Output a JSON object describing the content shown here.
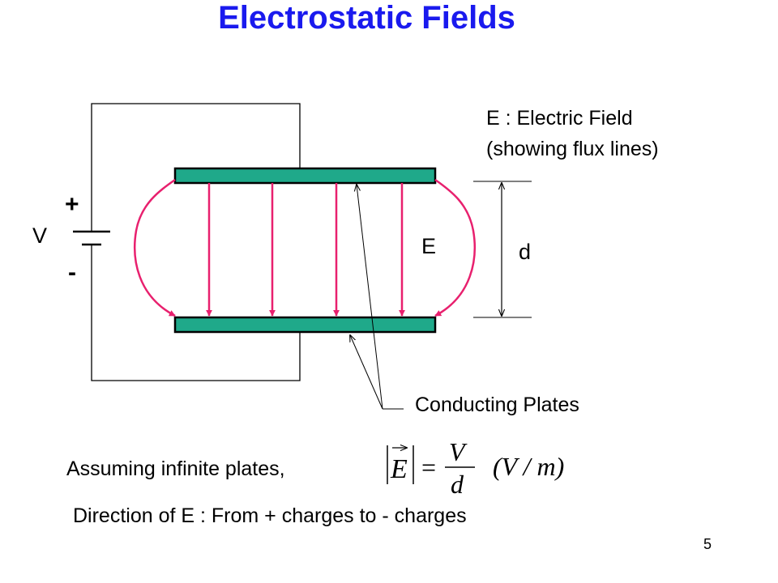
{
  "title": "Electrostatic Fields",
  "legend": {
    "line1": "E : Electric Field",
    "line2": "(showing flux lines)"
  },
  "labels": {
    "voltage": "V",
    "plus": "+",
    "minus": "-",
    "field": "E",
    "distance": "d",
    "plates": "Conducting Plates"
  },
  "equation": {
    "intro": "Assuming infinite plates,",
    "lhs": "E",
    "numerator": "V",
    "denominator": "d",
    "unit": "(V / m)"
  },
  "direction_note": "Direction of E : From + charges to - charges",
  "page_number": "5",
  "colors": {
    "title": "#1a1aee",
    "field_lines": "#e8206e",
    "plates": "#1fa98a",
    "text": "#000000"
  }
}
